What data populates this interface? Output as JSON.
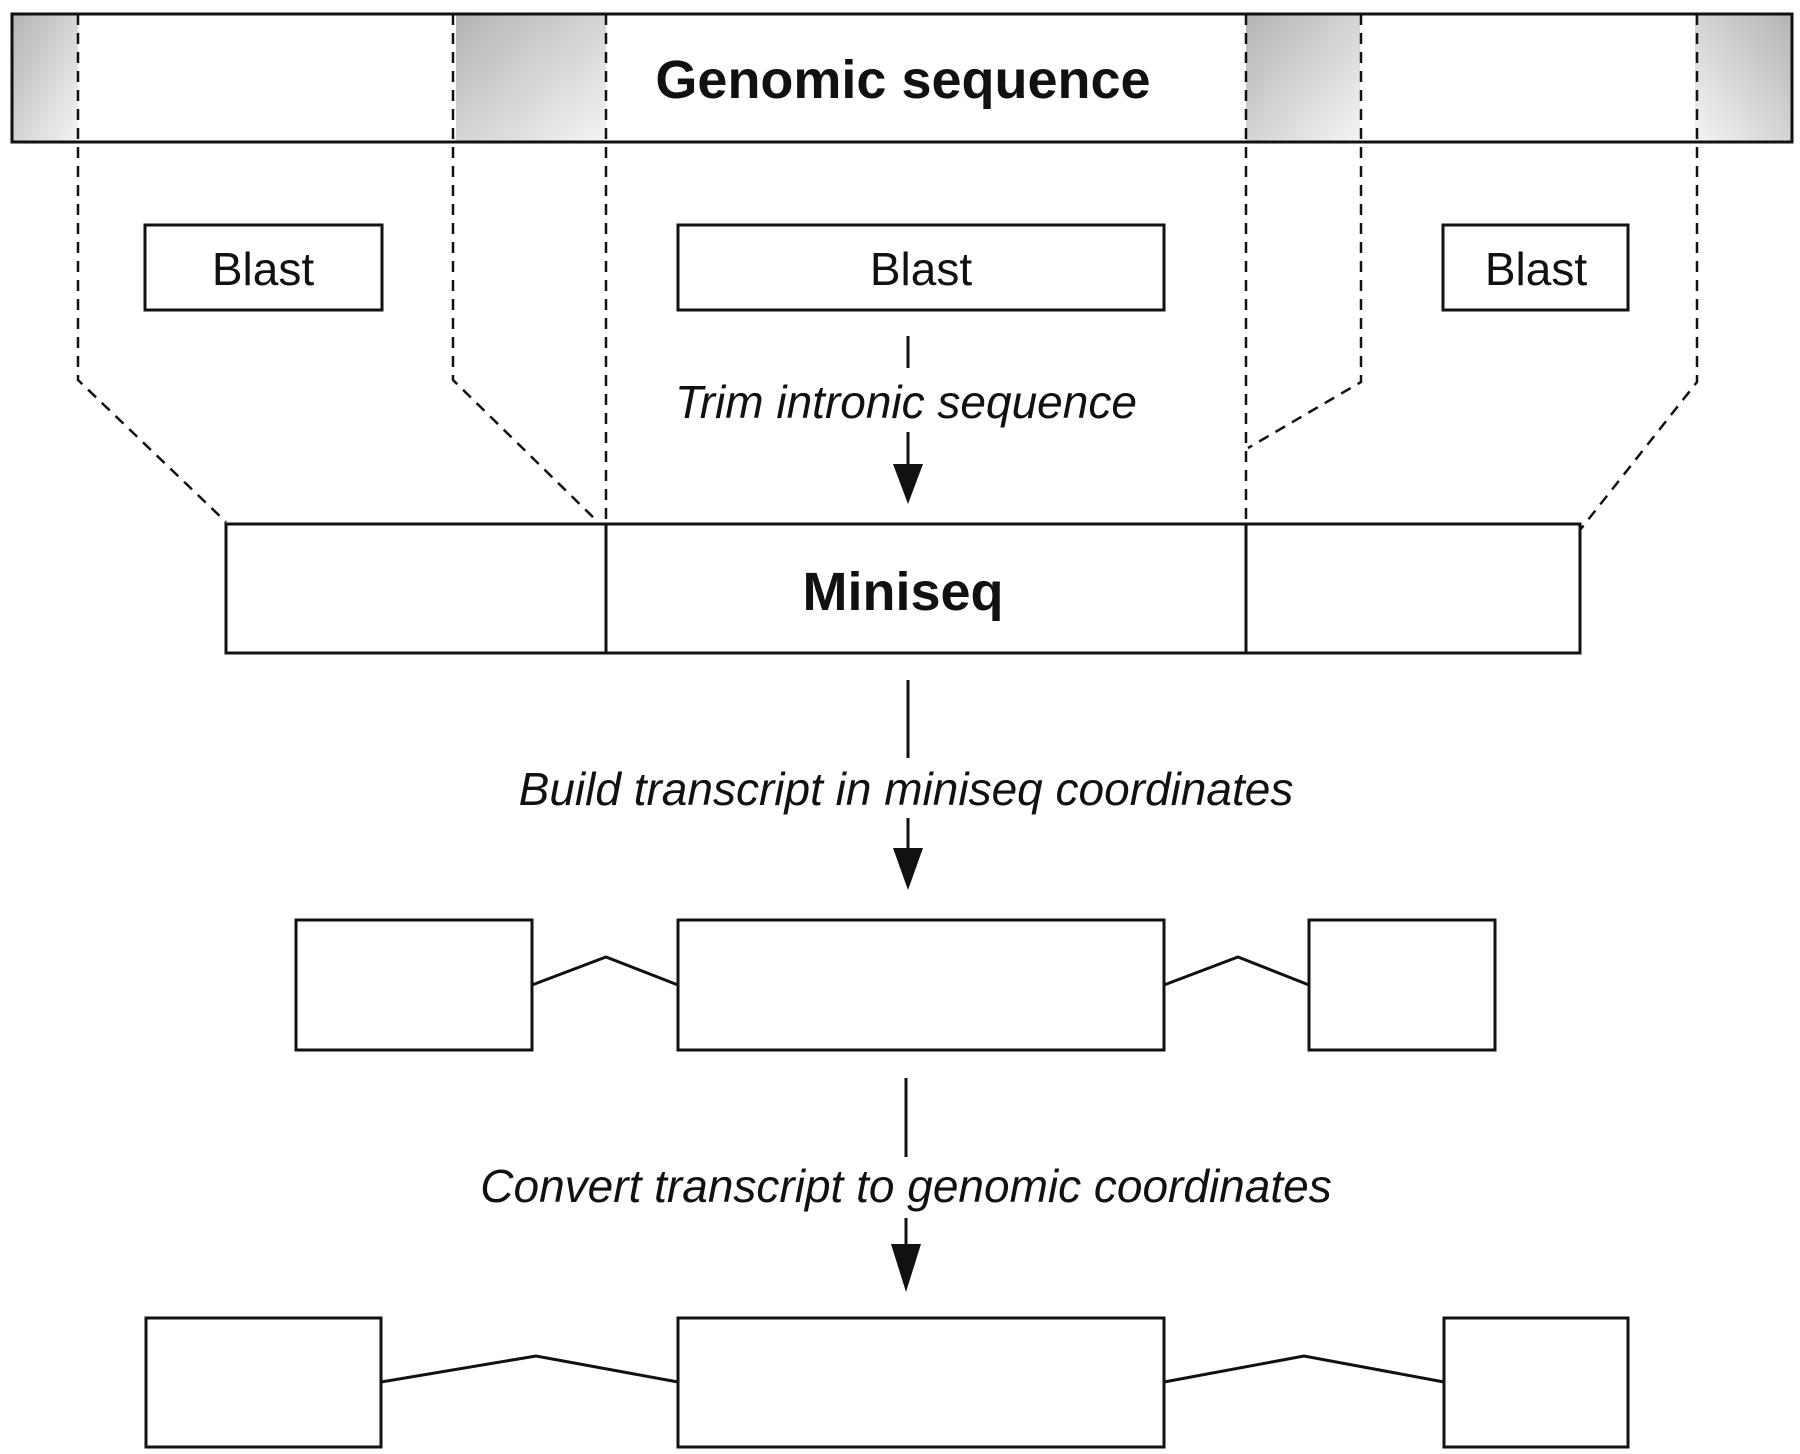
{
  "genomic_sequence": {
    "label": "Genomic sequence"
  },
  "blast_boxes": [
    {
      "label": "Blast"
    },
    {
      "label": "Blast"
    },
    {
      "label": "Blast"
    }
  ],
  "steps": {
    "trim": "Trim intronic sequence",
    "build": "Build transcript in miniseq coordinates",
    "convert": "Convert transcript to genomic coordinates"
  },
  "miniseq": {
    "label": "Miniseq"
  },
  "colors": {
    "line": "#111111",
    "shade_dark": "#b4b4b4",
    "shade_light": "#f4f4f4"
  }
}
